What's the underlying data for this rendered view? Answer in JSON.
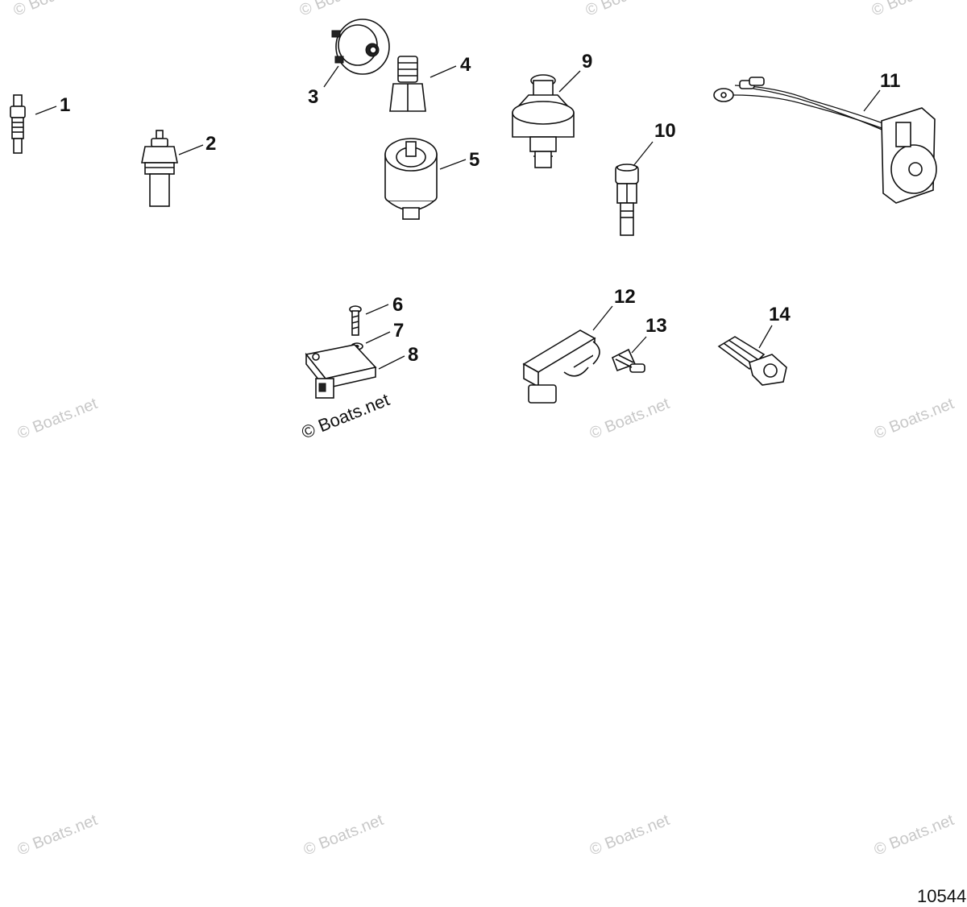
{
  "diagram": {
    "callouts": [
      "1",
      "2",
      "3",
      "4",
      "5",
      "6",
      "7",
      "8",
      "9",
      "10",
      "11",
      "12",
      "13",
      "14"
    ],
    "watermark": "© Boats.net",
    "figure_id": "10544"
  }
}
